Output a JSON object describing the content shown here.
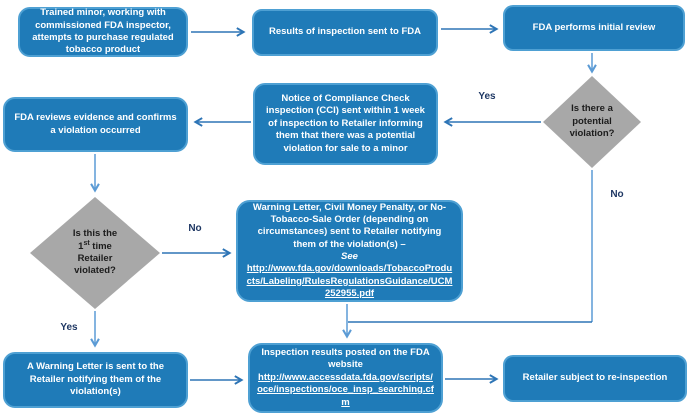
{
  "colors": {
    "box_fill": "#1F7BB8",
    "box_border": "#4EA0D3",
    "diamond_fill": "#A8A8A8",
    "arrow_blue": "#2E75B6",
    "arrow_light": "#5B9BD5",
    "edge_label_color": "#1F3864",
    "box_text_color": "#FFFFFF",
    "diamond_text_color": "#1C1C1C"
  },
  "nodes": {
    "trained_minor": "Trained minor, working with commissioned FDA inspector, attempts to purchase regulated tobacco product",
    "results_sent": "Results of inspection sent to FDA",
    "initial_review": "FDA performs initial review",
    "potential_violation": "Is there a potential violation?",
    "notice_cci": "Notice of Compliance Check inspection (CCI) sent within 1 week of inspection to Retailer informing them that there was a potential violation for sale to a minor",
    "fda_reviews": "FDA reviews evidence and confirms a violation occurred",
    "first_time": {
      "l1": "Is this the",
      "num": "1",
      "sup": "st",
      "after_num": " time",
      "l3": "Retailer",
      "l4": "violated?"
    },
    "warning_penalty": {
      "body": "Warning Letter, Civil Money Penalty, or No-Tobacco-Sale Order (depending on circumstances) sent to Retailer notifying them of the violation(s) –",
      "see": "See",
      "url": "http://www.fda.gov/downloads/TobaccoProducts/Labeling/RulesRegulationsGuidance/UCM252955.pdf"
    },
    "warning_letter": "A Warning Letter is sent to the Retailer notifying them of the violation(s)",
    "results_posted": {
      "body": "Inspection results posted on the FDA website",
      "url": "http://www.accessdata.fda.gov/scripts/oce/inspections/oce_insp_searching.cfm"
    },
    "reinspection": "Retailer subject to re-inspection"
  },
  "labels": {
    "yes_potential": "Yes",
    "no_potential": "No",
    "no_first_time": "No",
    "yes_first_time": "Yes"
  }
}
